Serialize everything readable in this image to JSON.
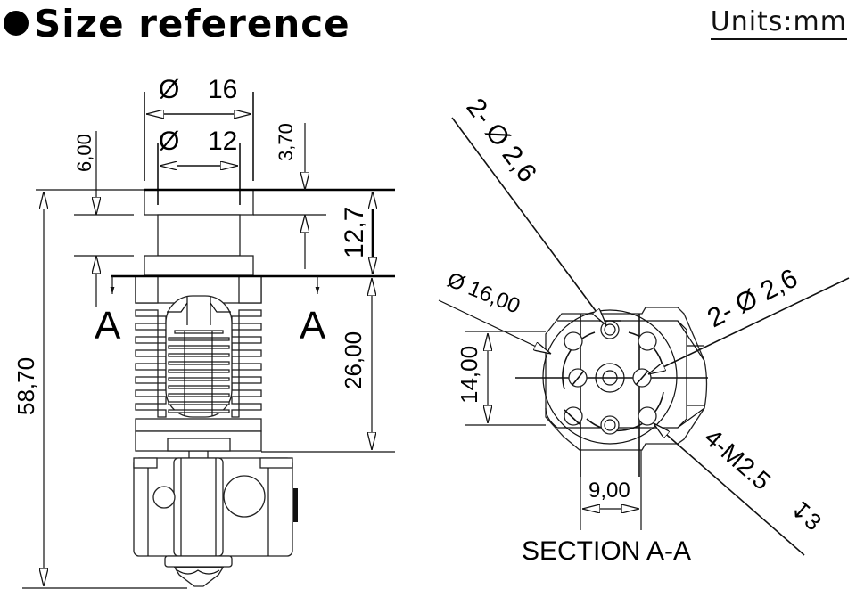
{
  "header": {
    "title": "Size reference",
    "units": "Units:mm"
  },
  "front_view": {
    "section_marker_left": "A",
    "section_marker_right": "A",
    "dimensions": {
      "outer_diameter": "16",
      "inner_diameter": "12",
      "top_flange": "3,70",
      "groove_offset": "6,00",
      "groove_mount_height": "12,7",
      "heatsink_height": "26,00",
      "total_height": "58,70"
    },
    "diameter_symbol": "Ø"
  },
  "section_view": {
    "label": "SECTION A-A",
    "callouts": {
      "top_holes": "2- Ø 2,6",
      "side_holes": "2- Ø 2,6",
      "circle_diameter": "Ø 16,00",
      "threaded_holes": "4-M2.5",
      "thread_depth": "↧3"
    },
    "dimensions": {
      "height": "14,00",
      "width": "9,00"
    }
  }
}
